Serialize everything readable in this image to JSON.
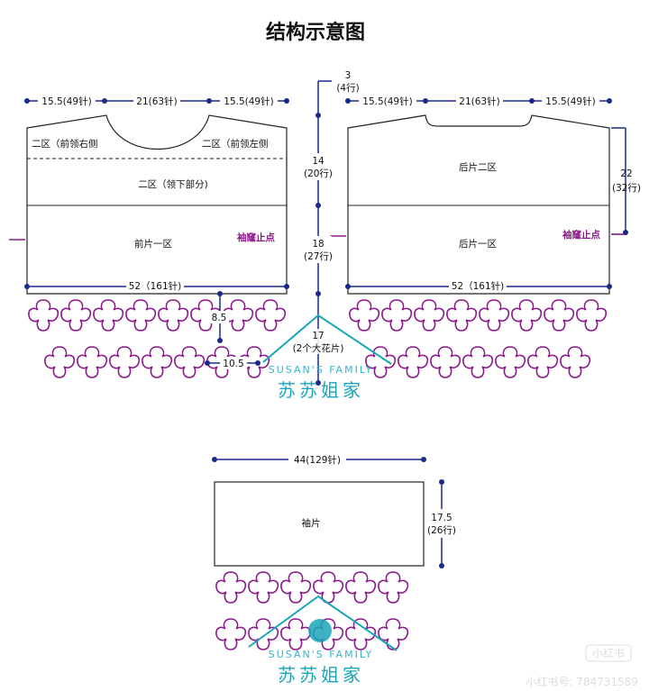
{
  "title": "结构示意图",
  "front": {
    "top_left": "15.5(49针)",
    "top_mid": "21(63针)",
    "top_right": "15.5(49针)",
    "zone2_right": "二区（前领右侧",
    "zone2_left": "二区（前领左侧",
    "zone2_below": "二区（领下部分)",
    "zone1": "前片一区",
    "armhole": "袖窿止点",
    "bottom": "52（161针)",
    "flower_h": "8.5",
    "flower_w": "10.5"
  },
  "center": {
    "d1": "3",
    "d1_rows": "(4行)",
    "d2": "14",
    "d2_rows": "(20行)",
    "d3": "18",
    "d3_rows": "(27行)",
    "d4": "17",
    "d4_note": "(2个大花片)"
  },
  "back": {
    "top_left": "15.5(49针)",
    "top_mid": "21(63针)",
    "top_right": "15.5(49针)",
    "zone2": "后片二区",
    "zone1": "后片一区",
    "armhole": "袖窿止点",
    "side": "22",
    "side_rows": "(32行)",
    "bottom": "52（161针)"
  },
  "sleeve": {
    "top": "44(129针)",
    "label": "袖片",
    "side": "17.5",
    "side_rows": "(26行)"
  },
  "watermark": {
    "brand_en": "SUSAN'S  FAMILY",
    "brand_cn": "苏苏姐家"
  },
  "credit": {
    "badge": "小红书",
    "id_text": "小红书号: 784731589"
  },
  "colors": {
    "dimension_line": "#1a2a8a",
    "flower_outline": "#8b1a8b",
    "watermark": "#1aa6b8"
  }
}
